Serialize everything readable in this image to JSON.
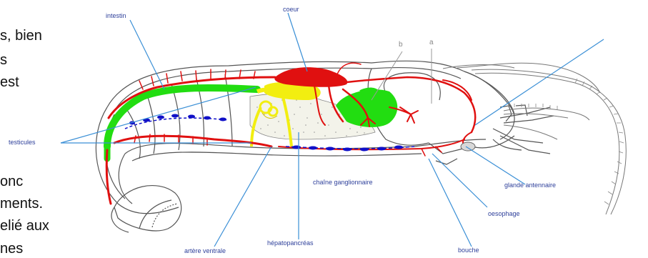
{
  "left_text_lines": [
    "s, bien",
    "s",
    "est",
    "onc",
    "ments.",
    "elié aux",
    "nes"
  ],
  "labels": {
    "intestin": "intestin",
    "coeur": "coeur",
    "b": "b",
    "a": "a",
    "testicules": "testicules",
    "chaine_ganglionnaire": "chaîne ganglionnaire",
    "glande_antennaire": "glande antennaire",
    "oesophage": "oesophage",
    "artere_ventrale": "artère ventrale",
    "hepatopancreas": "hépatopancréas",
    "bouche": "bouche"
  },
  "colors": {
    "label_line": "#3a8fd6",
    "label_text": "#2d3f9a",
    "artery": "#e01010",
    "intestine": "#22dd11",
    "nerve": "#1010c8",
    "gonad": "#f2ee10",
    "outline": "#555555"
  }
}
